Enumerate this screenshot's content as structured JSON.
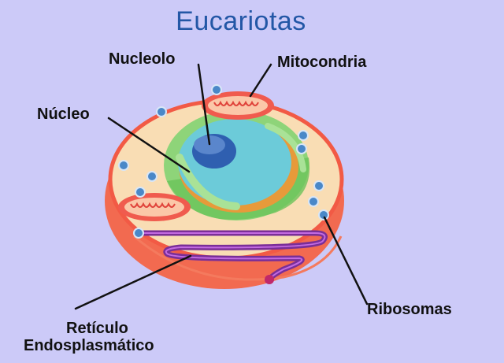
{
  "title": "Eucariotas",
  "labels": {
    "nucleolo": "Nucleolo",
    "mitocondria": "Mitocondria",
    "nucleo": "Núcleo",
    "ribosomas": "Ribosomas",
    "reticulo_line1": "Retículo",
    "reticulo_line2": "Endosplasmático"
  },
  "colors": {
    "background": "#cccaf8",
    "title": "#2357a6",
    "cell_fill": "#f8dcb2",
    "cell_membrane": "#f06a4e",
    "nucleus": "#6ccbd9",
    "nucleolus": "#3567b6",
    "envelope": "#71c75f",
    "mitochondria": "#f05b4e",
    "er": "#7a2e98",
    "ribosome": "#4a88c8"
  }
}
